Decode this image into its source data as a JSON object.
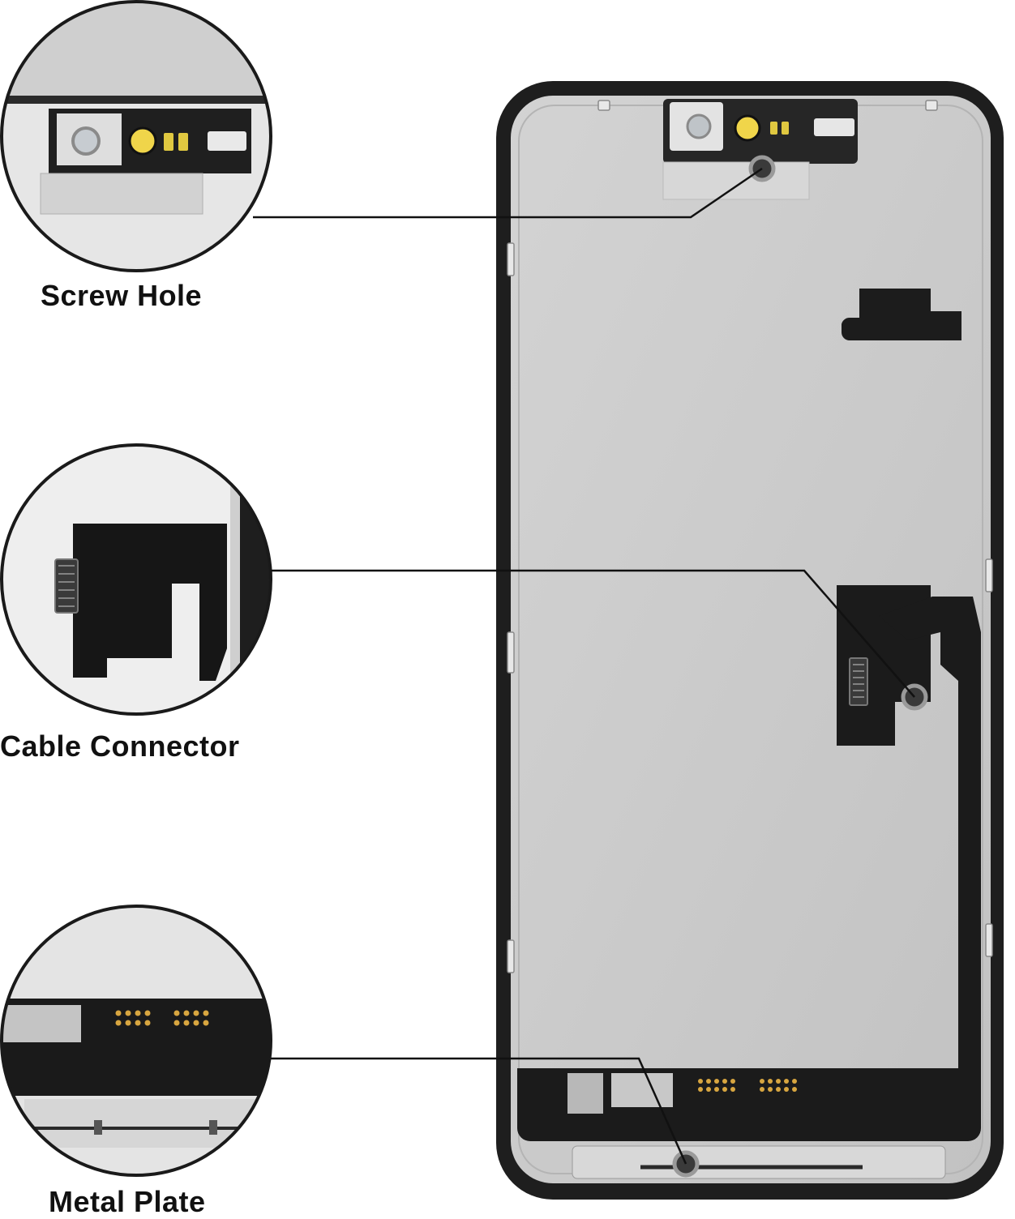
{
  "callouts": [
    {
      "id": "screw-hole",
      "label": "Screw Hole"
    },
    {
      "id": "cable-connector",
      "label": "Cable Connector"
    },
    {
      "id": "metal-plate",
      "label": "Metal Plate"
    }
  ],
  "colors": {
    "frame": "#1e1e1e",
    "plate": "#c9c9c9",
    "flex_cable": "#1b1b1b",
    "contacts": "#d8a640",
    "leader_line": "#111111"
  }
}
